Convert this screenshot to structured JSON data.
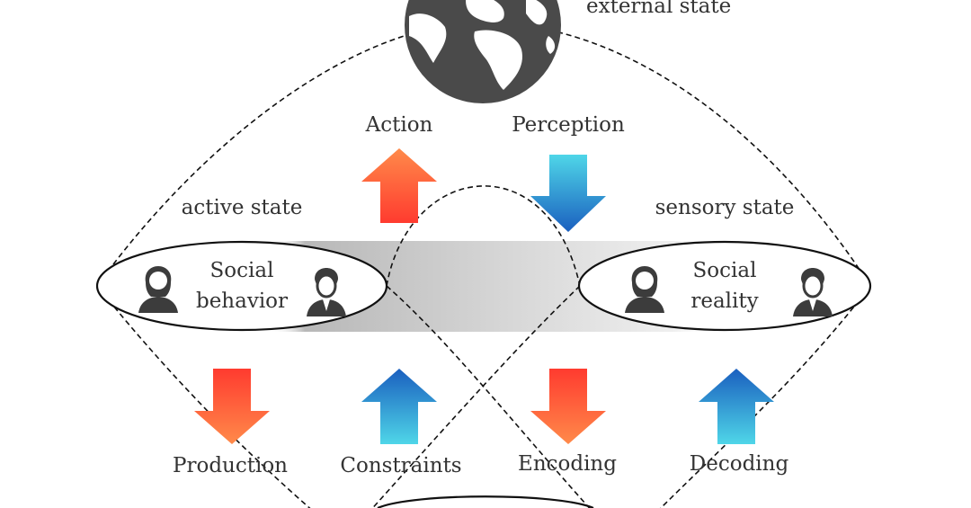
{
  "labels": {
    "external_state": "external state",
    "active_state": "active state",
    "sensory_state": "sensory state",
    "action": "Action",
    "perception": "Perception",
    "production": "Production",
    "constraints": "Constraints",
    "encoding": "Encoding",
    "decoding": "Decoding"
  },
  "nodes": {
    "social_behavior": {
      "line1": "Social",
      "line2": "behavior"
    },
    "social_reality": {
      "line1": "Social",
      "line2": "reality"
    }
  },
  "icons": {
    "globe": "globe-icon",
    "person_female": "woman-user-icon",
    "person_male": "man-user-icon",
    "arrow_up": "arrow-up-icon",
    "arrow_down": "arrow-down-icon"
  },
  "colors": {
    "warm_top": "#ff3b2f",
    "warm_bottom": "#ff8a4a",
    "cool_top": "#1a5fbf",
    "cool_bottom": "#4fd6e8",
    "globe": "#4a4a4a",
    "text": "#333333"
  }
}
